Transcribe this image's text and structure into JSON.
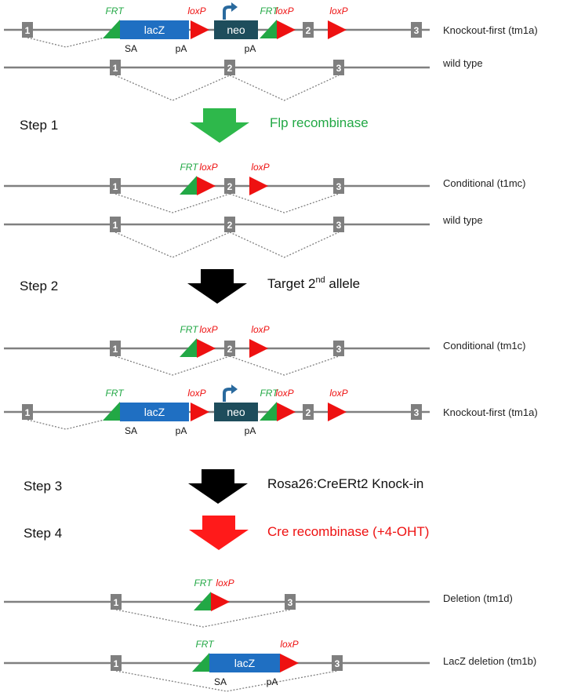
{
  "colors": {
    "line": "#808080",
    "exon": "#7f7f7f",
    "frt": "#22a845",
    "loxp": "#ee1111",
    "lacz": "#1f6fc2",
    "neo": "#1e4d5c",
    "arrow_green": "#2eb84b",
    "arrow_black": "#000000",
    "arrow_red": "#ff1a1a",
    "promoter": "#2a6a9e",
    "text_green": "#22a845",
    "text_red": "#ee1111"
  },
  "common": {
    "frt": "FRT",
    "loxp": "loxP",
    "lacz": "lacZ",
    "neo": "neo",
    "sa": "SA",
    "pa": "pA"
  },
  "alleles": {
    "row1": {
      "label": "Knockout-first (tm1a)",
      "exons": [
        "1",
        "2",
        "3"
      ]
    },
    "row2": {
      "label": "wild type",
      "exons": [
        "1",
        "2",
        "3"
      ]
    },
    "row3": {
      "label": "Conditional (t1mc)",
      "exons": [
        "1",
        "2",
        "3"
      ]
    },
    "row4": {
      "label": "wild type",
      "exons": [
        "1",
        "2",
        "3"
      ]
    },
    "row5": {
      "label": "Conditional (tm1c)",
      "exons": [
        "1",
        "2",
        "3"
      ]
    },
    "row6": {
      "label": "Knockout-first (tm1a)",
      "exons": [
        "1",
        "2",
        "3"
      ]
    },
    "row7": {
      "label": "Deletion (tm1d)",
      "exons": [
        "1",
        "3"
      ]
    },
    "row8": {
      "label": "LacZ deletion (tm1b)",
      "exons": [
        "1",
        "3"
      ]
    }
  },
  "steps": {
    "step1": {
      "label": "Step 1",
      "action": "Flp recombinase"
    },
    "step2": {
      "label": "Step 2",
      "action": "Target 2",
      "action_sup": "nd",
      "action_tail": " allele"
    },
    "step3": {
      "label": "Step 3",
      "action": "Rosa26:CreERt2 Knock-in"
    },
    "step4": {
      "label": "Step 4",
      "action": "Cre recombinase (+4-OHT)"
    }
  }
}
